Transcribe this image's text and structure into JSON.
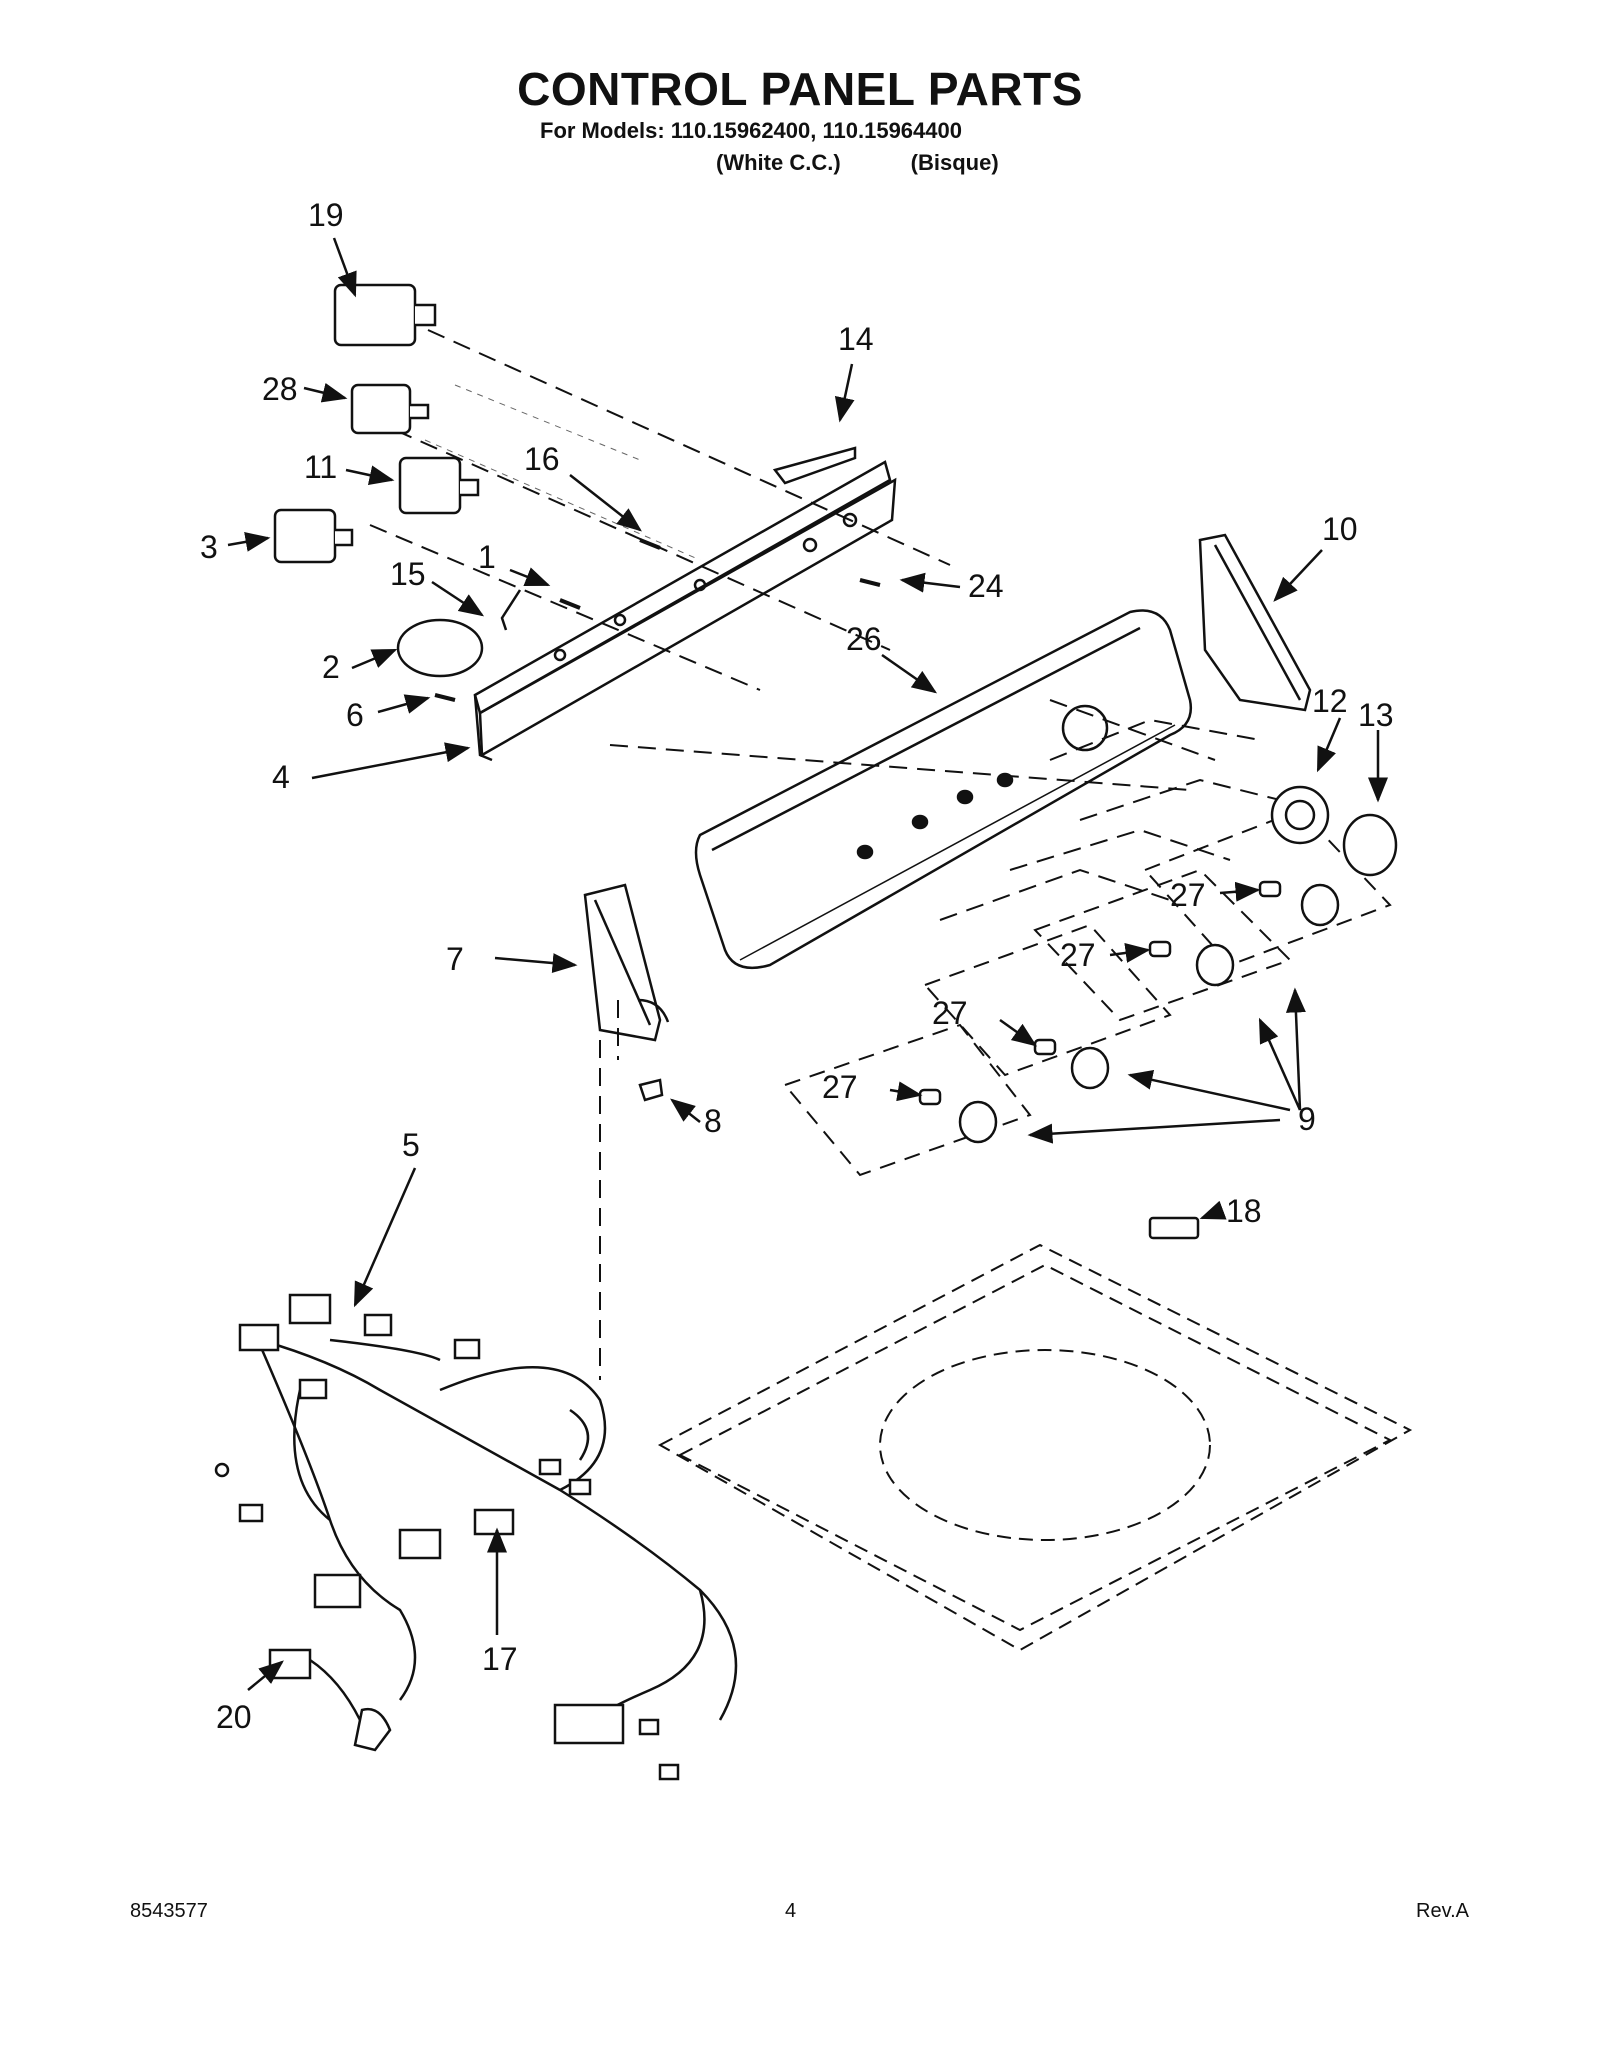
{
  "header": {
    "title": "CONTROL PANEL PARTS",
    "models_line": "For Models: 110.15962400, 110.15964400",
    "variant_1": "(White C.C.)",
    "variant_2": "(Bisque)"
  },
  "callouts": [
    "19",
    "14",
    "28",
    "16",
    "11",
    "3",
    "15",
    "1",
    "24",
    "10",
    "26",
    "2",
    "6",
    "12",
    "13",
    "4",
    "7",
    "27",
    "27",
    "27",
    "27",
    "9",
    "8",
    "5",
    "18",
    "17",
    "20"
  ],
  "footer": {
    "doc_number": "8543577",
    "page_number": "4",
    "revision": "Rev.A"
  }
}
